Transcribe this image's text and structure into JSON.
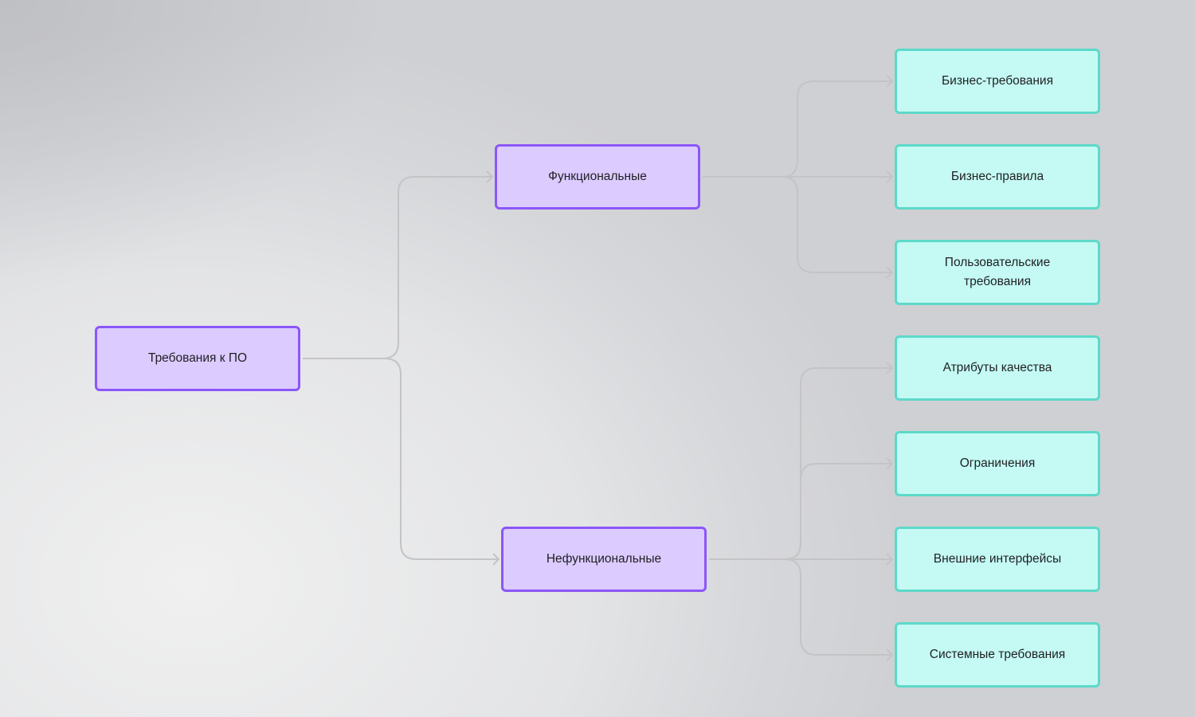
{
  "diagram": {
    "root": {
      "label": "Требования к ПО"
    },
    "branches": [
      {
        "label": "Функциональные",
        "children": [
          "Бизнес-требования",
          "Бизнес-правила",
          "Пользовательские требования"
        ]
      },
      {
        "label": "Нефункциональные",
        "children": [
          "Атрибуты качества",
          "Ограничения",
          "Внешние интерфейсы",
          "Системные требования"
        ]
      }
    ]
  },
  "colors": {
    "primary_fill": "#dccbff",
    "primary_border": "#8b57f8",
    "leaf_fill": "#c4faf3",
    "leaf_border": "#5dd9c9",
    "connector": "#c4c4c6"
  }
}
